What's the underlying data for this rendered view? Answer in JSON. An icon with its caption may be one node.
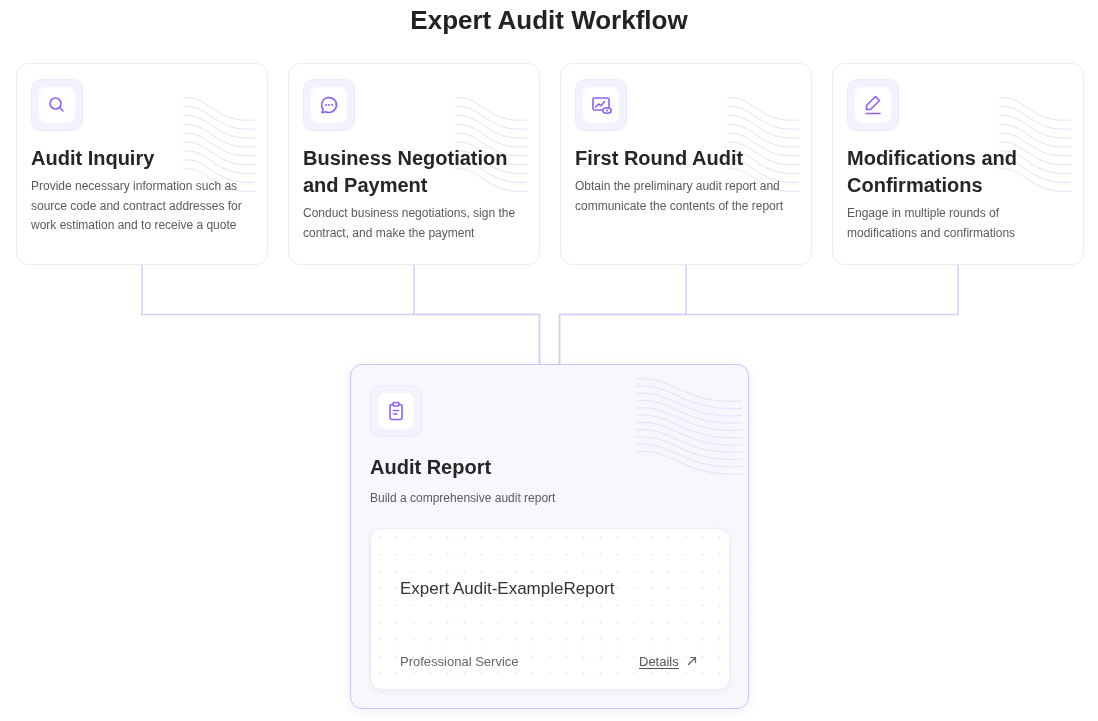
{
  "diagram": {
    "title": "Expert Audit Workflow",
    "nodes": [
      {
        "text": [
          "Audit Inquiry",
          "Provide necessary information such as source code and contract addresses for work estimation and to receive a quote"
        ]
      },
      {
        "text": [
          "Business Negotiation and Payment",
          "Conduct business negotiations, sign the contract, and make the payment"
        ]
      },
      {
        "text": [
          "First Round Audit",
          "Obtain the preliminary audit report and communicate the contents of the report"
        ]
      },
      {
        "text": [
          "Modifications and Confirmations",
          "Engage in multiple rounds of modifications and confirmations"
        ]
      },
      {
        "text": [
          "Audit Report",
          "Build a comprehensive audit report"
        ]
      },
      {
        "text": [
          "Expert Audit-ExampleReport",
          "Professional Service",
          "Details"
        ],
        "in": 4
      }
    ],
    "edges": [
      {
        "from": 0,
        "to": 4,
        "arrow": "none"
      },
      {
        "from": 1,
        "to": 4,
        "arrow": "none"
      },
      {
        "from": 2,
        "to": 4,
        "arrow": "none"
      },
      {
        "from": 3,
        "to": 4,
        "arrow": "none"
      }
    ]
  }
}
